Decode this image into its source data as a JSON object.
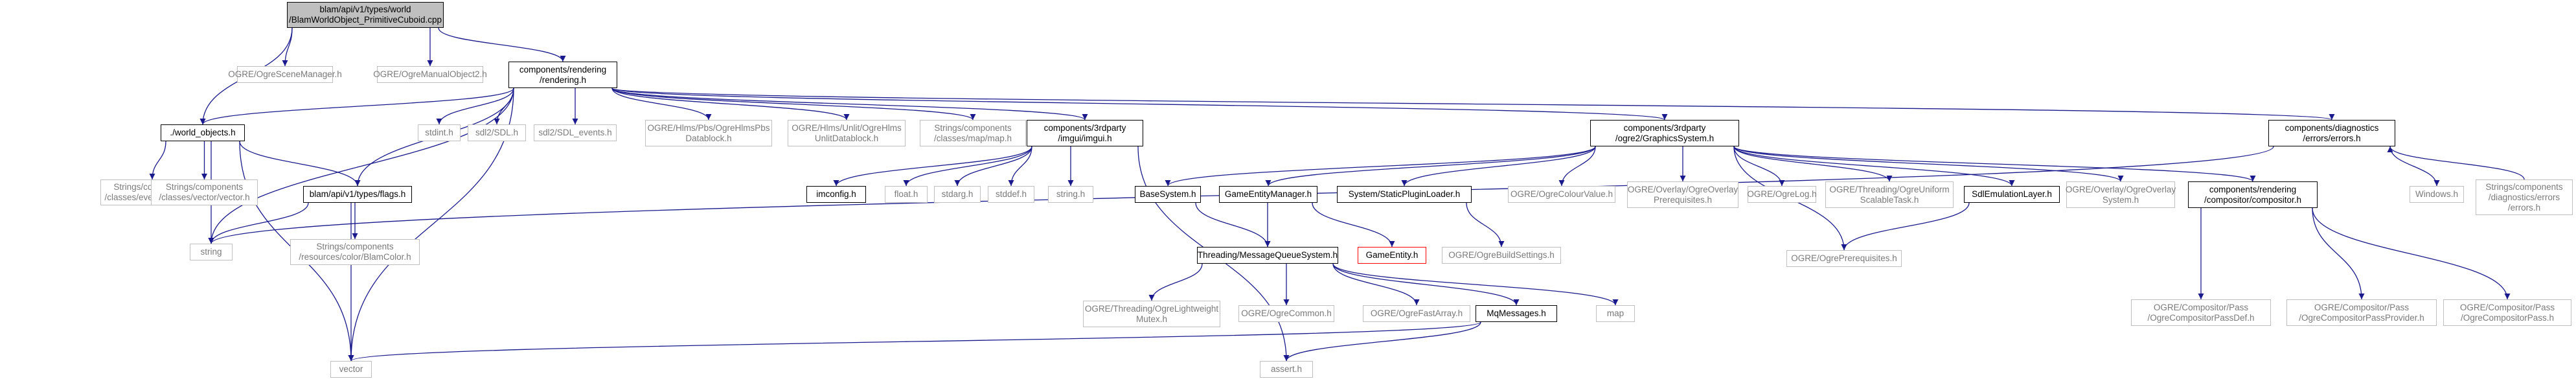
{
  "graph": {
    "title": "",
    "edge_color": "#1a1a8c",
    "colors": {
      "current_fill": "#bfbfbf",
      "documented_border": "#000000",
      "external_border": "#bfbfbf",
      "missing_border": "#ff0000"
    },
    "nodes": [
      {
        "id": "root",
        "lines": [
          "blam/api/v1/types/world",
          "/BlamWorldObject_PrimitiveCuboid.cpp"
        ],
        "kind": "current"
      },
      {
        "id": "world_objects",
        "lines": [
          "./world_objects.h"
        ],
        "kind": "documented"
      },
      {
        "id": "OgreSceneManager",
        "lines": [
          "OGRE/OgreSceneManager.h"
        ],
        "kind": "external"
      },
      {
        "id": "OgreManualObject2",
        "lines": [
          "OGRE/OgreManualObject2.h"
        ],
        "kind": "external"
      },
      {
        "id": "rendering",
        "lines": [
          "components/rendering",
          "/rendering.h"
        ],
        "kind": "documented"
      },
      {
        "id": "events",
        "lines": [
          "Strings/components",
          "/classes/events/events.h"
        ],
        "kind": "external"
      },
      {
        "id": "vector_h",
        "lines": [
          "Strings/components",
          "/classes/vector/vector.h"
        ],
        "kind": "external"
      },
      {
        "id": "flags",
        "lines": [
          "blam/api/v1/types/flags.h"
        ],
        "kind": "documented"
      },
      {
        "id": "string",
        "lines": [
          "string"
        ],
        "kind": "external"
      },
      {
        "id": "BlamColor",
        "lines": [
          "Strings/components",
          "/resources/color/BlamColor.h"
        ],
        "kind": "external"
      },
      {
        "id": "vector",
        "lines": [
          "vector"
        ],
        "kind": "external"
      },
      {
        "id": "stdint",
        "lines": [
          "stdint.h"
        ],
        "kind": "external"
      },
      {
        "id": "SDL",
        "lines": [
          "sdl2/SDL.h"
        ],
        "kind": "external"
      },
      {
        "id": "SDL_events",
        "lines": [
          "sdl2/SDL_events.h"
        ],
        "kind": "external"
      },
      {
        "id": "HlmsPbsDatablock",
        "lines": [
          "OGRE/Hlms/Pbs/OgreHlmsPbs",
          "Datablock.h"
        ],
        "kind": "external"
      },
      {
        "id": "HlmsUnlitDatablock",
        "lines": [
          "OGRE/Hlms/Unlit/OgreHlms",
          "UnlitDatablock.h"
        ],
        "kind": "external"
      },
      {
        "id": "map_h",
        "lines": [
          "Strings/components",
          "/classes/map/map.h"
        ],
        "kind": "external"
      },
      {
        "id": "imgui",
        "lines": [
          "components/3rdparty",
          "/imgui/imgui.h"
        ],
        "kind": "documented"
      },
      {
        "id": "imconfig",
        "lines": [
          "imconfig.h"
        ],
        "kind": "documented"
      },
      {
        "id": "float",
        "lines": [
          "float.h"
        ],
        "kind": "external"
      },
      {
        "id": "stdarg",
        "lines": [
          "stdarg.h"
        ],
        "kind": "external"
      },
      {
        "id": "stddef",
        "lines": [
          "stddef.h"
        ],
        "kind": "external"
      },
      {
        "id": "string_h",
        "lines": [
          "string.h"
        ],
        "kind": "external"
      },
      {
        "id": "assert",
        "lines": [
          "assert.h"
        ],
        "kind": "external"
      },
      {
        "id": "GraphicsSystem",
        "lines": [
          "components/3rdparty",
          "/ogre2/GraphicsSystem.h"
        ],
        "kind": "documented"
      },
      {
        "id": "BaseSystem",
        "lines": [
          "BaseSystem.h"
        ],
        "kind": "documented"
      },
      {
        "id": "GameEntityManager",
        "lines": [
          "GameEntityManager.h"
        ],
        "kind": "documented"
      },
      {
        "id": "StaticPluginLoader",
        "lines": [
          "System/StaticPluginLoader.h"
        ],
        "kind": "documented"
      },
      {
        "id": "OgreColourValue",
        "lines": [
          "OGRE/OgreColourValue.h"
        ],
        "kind": "external"
      },
      {
        "id": "OgreOverlayPrerequisites",
        "lines": [
          "OGRE/Overlay/OgreOverlay",
          "Prerequisites.h"
        ],
        "kind": "external"
      },
      {
        "id": "OgreLog",
        "lines": [
          "OGRE/OgreLog.h"
        ],
        "kind": "external"
      },
      {
        "id": "OgreUniformScalableTask",
        "lines": [
          "OGRE/Threading/OgreUniform",
          "ScalableTask.h"
        ],
        "kind": "external"
      },
      {
        "id": "SdlEmulationLayer",
        "lines": [
          "SdlEmulationLayer.h"
        ],
        "kind": "documented"
      },
      {
        "id": "OgreOverlaySystem",
        "lines": [
          "OGRE/Overlay/OgreOverlay",
          "System.h"
        ],
        "kind": "external"
      },
      {
        "id": "compositor",
        "lines": [
          "components/rendering",
          "/compositor/compositor.h"
        ],
        "kind": "documented"
      },
      {
        "id": "GameEntity",
        "lines": [
          "GameEntity.h"
        ],
        "kind": "missing"
      },
      {
        "id": "MessageQueueSystem",
        "lines": [
          "Threading/MessageQueueSystem.h"
        ],
        "kind": "documented"
      },
      {
        "id": "OgreBuildSettings",
        "lines": [
          "OGRE/OgreBuildSettings.h"
        ],
        "kind": "external"
      },
      {
        "id": "OgrePrerequisites",
        "lines": [
          "OGRE/OgrePrerequisites.h"
        ],
        "kind": "external"
      },
      {
        "id": "OgreLightweightMutex",
        "lines": [
          "OGRE/Threading/OgreLightweight",
          "Mutex.h"
        ],
        "kind": "external"
      },
      {
        "id": "OgreCommon",
        "lines": [
          "OGRE/OgreCommon.h"
        ],
        "kind": "external"
      },
      {
        "id": "OgreFastArray",
        "lines": [
          "OGRE/OgreFastArray.h"
        ],
        "kind": "external"
      },
      {
        "id": "MqMessages",
        "lines": [
          "MqMessages.h"
        ],
        "kind": "documented"
      },
      {
        "id": "map",
        "lines": [
          "map"
        ],
        "kind": "external"
      },
      {
        "id": "CompositorPassDef",
        "lines": [
          "OGRE/Compositor/Pass",
          "/OgreCompositorPassDef.h"
        ],
        "kind": "external"
      },
      {
        "id": "CompositorPassProvider",
        "lines": [
          "OGRE/Compositor/Pass",
          "/OgreCompositorPassProvider.h"
        ],
        "kind": "external"
      },
      {
        "id": "CompositorPass",
        "lines": [
          "OGRE/Compositor/Pass",
          "/OgreCompositorPass.h"
        ],
        "kind": "external"
      },
      {
        "id": "errors",
        "lines": [
          "components/diagnostics",
          "/errors/errors.h"
        ],
        "kind": "documented"
      },
      {
        "id": "Windows",
        "lines": [
          "Windows.h"
        ],
        "kind": "external"
      },
      {
        "id": "errors_h_ext",
        "lines": [
          "Strings/components",
          "/diagnostics/errors",
          "/errors.h"
        ],
        "kind": "external"
      }
    ],
    "edges": [
      [
        "root",
        "world_objects"
      ],
      [
        "root",
        "OgreSceneManager"
      ],
      [
        "root",
        "OgreManualObject2"
      ],
      [
        "root",
        "rendering"
      ],
      [
        "world_objects",
        "events"
      ],
      [
        "world_objects",
        "vector_h"
      ],
      [
        "world_objects",
        "flags"
      ],
      [
        "world_objects",
        "string"
      ],
      [
        "world_objects",
        "vector"
      ],
      [
        "flags",
        "string"
      ],
      [
        "flags",
        "BlamColor"
      ],
      [
        "flags",
        "vector"
      ],
      [
        "rendering",
        "world_objects"
      ],
      [
        "rendering",
        "flags"
      ],
      [
        "rendering",
        "string"
      ],
      [
        "rendering",
        "vector"
      ],
      [
        "rendering",
        "stdint"
      ],
      [
        "rendering",
        "SDL"
      ],
      [
        "rendering",
        "SDL_events"
      ],
      [
        "rendering",
        "HlmsPbsDatablock"
      ],
      [
        "rendering",
        "HlmsUnlitDatablock"
      ],
      [
        "rendering",
        "map_h"
      ],
      [
        "rendering",
        "imgui"
      ],
      [
        "rendering",
        "GraphicsSystem"
      ],
      [
        "rendering",
        "errors"
      ],
      [
        "imgui",
        "imconfig"
      ],
      [
        "imgui",
        "float"
      ],
      [
        "imgui",
        "stdarg"
      ],
      [
        "imgui",
        "stddef"
      ],
      [
        "imgui",
        "string_h"
      ],
      [
        "imgui",
        "assert"
      ],
      [
        "GraphicsSystem",
        "BaseSystem"
      ],
      [
        "GraphicsSystem",
        "GameEntityManager"
      ],
      [
        "GraphicsSystem",
        "StaticPluginLoader"
      ],
      [
        "GraphicsSystem",
        "OgreColourValue"
      ],
      [
        "GraphicsSystem",
        "OgreOverlayPrerequisites"
      ],
      [
        "GraphicsSystem",
        "OgreLog"
      ],
      [
        "GraphicsSystem",
        "OgreUniformScalableTask"
      ],
      [
        "GraphicsSystem",
        "SdlEmulationLayer"
      ],
      [
        "GraphicsSystem",
        "OgreOverlaySystem"
      ],
      [
        "GraphicsSystem",
        "compositor"
      ],
      [
        "GraphicsSystem",
        "OgrePrerequisites"
      ],
      [
        "BaseSystem",
        "MessageQueueSystem"
      ],
      [
        "GameEntityManager",
        "GameEntity"
      ],
      [
        "GameEntityManager",
        "MessageQueueSystem"
      ],
      [
        "StaticPluginLoader",
        "OgreBuildSettings"
      ],
      [
        "SdlEmulationLayer",
        "OgrePrerequisites"
      ],
      [
        "MessageQueueSystem",
        "OgreLightweightMutex"
      ],
      [
        "MessageQueueSystem",
        "OgreCommon"
      ],
      [
        "MessageQueueSystem",
        "OgreFastArray"
      ],
      [
        "MessageQueueSystem",
        "MqMessages"
      ],
      [
        "MessageQueueSystem",
        "map"
      ],
      [
        "MqMessages",
        "assert"
      ],
      [
        "MqMessages",
        "vector"
      ],
      [
        "compositor",
        "CompositorPassDef"
      ],
      [
        "compositor",
        "CompositorPassProvider"
      ],
      [
        "compositor",
        "CompositorPass"
      ],
      [
        "errors",
        "string"
      ],
      [
        "errors",
        "Windows"
      ],
      [
        "errors_h_ext",
        "errors"
      ]
    ]
  }
}
